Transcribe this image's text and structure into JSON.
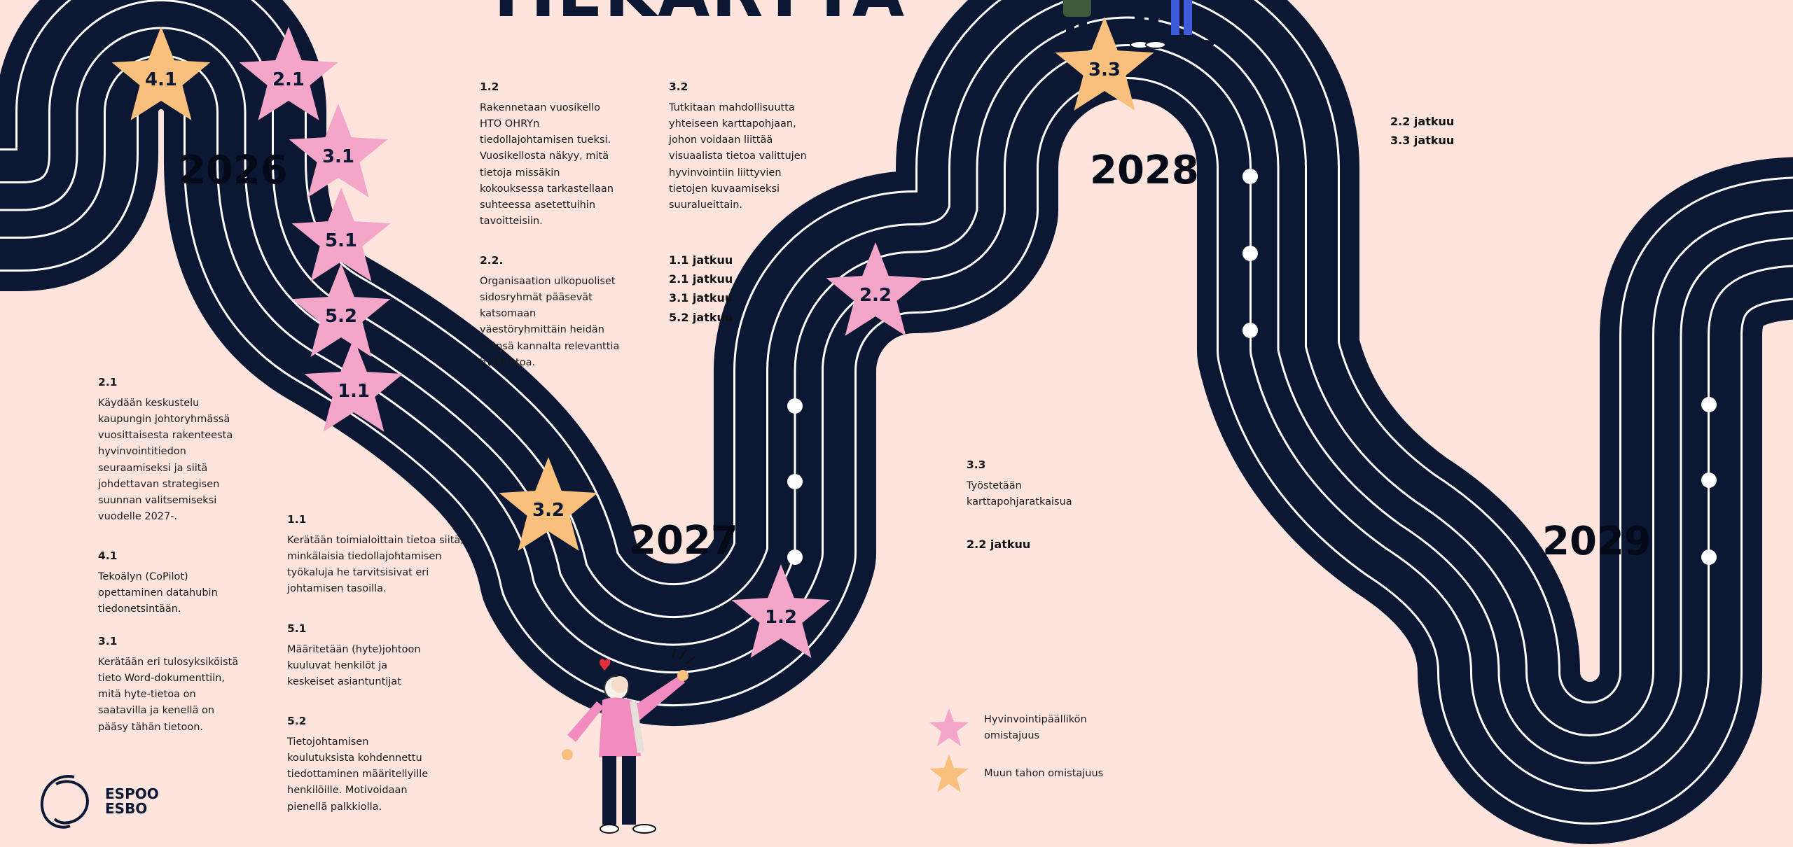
{
  "title": "TIEKARTTA",
  "years": [
    "2026",
    "2027",
    "2028",
    "2029"
  ],
  "stars": [
    {
      "label": "4.1",
      "owner": "other"
    },
    {
      "label": "2.1",
      "owner": "wellbeing"
    },
    {
      "label": "3.1",
      "owner": "wellbeing"
    },
    {
      "label": "5.1",
      "owner": "wellbeing"
    },
    {
      "label": "5.2",
      "owner": "wellbeing"
    },
    {
      "label": "1.1",
      "owner": "wellbeing"
    },
    {
      "label": "3.2",
      "owner": "other"
    },
    {
      "label": "1.2",
      "owner": "wellbeing"
    },
    {
      "label": "2.2",
      "owner": "wellbeing"
    },
    {
      "label": "3.3",
      "owner": "other"
    }
  ],
  "notes_2026_left": [
    {
      "heading": "2.1",
      "body": [
        "Käydään keskustelu",
        "kaupungin johtoryhmässä",
        "vuosittaisesta rakenteesta",
        "hyvinvointitiedon",
        "seuraamiseksi ja siitä",
        "johdettavan strategisen",
        "suunnan valitsemiseksi",
        "vuodelle 2027-."
      ]
    },
    {
      "heading": "4.1",
      "body": [
        "Tekoälyn (CoPilot)",
        "opettaminen datahubin",
        "tiedonetsintään."
      ]
    },
    {
      "heading": "3.1",
      "body": [
        "Kerätään eri tulosyksiköistä",
        "tieto Word-dokumenttiin,",
        "mitä hyte-tietoa on",
        "saatavilla ja kenellä on",
        "pääsy tähän tietoon."
      ]
    }
  ],
  "notes_2026_right": [
    {
      "heading": "1.1",
      "body": [
        "Kerätään toimialoittain tietoa siitä,",
        "minkälaisia tiedollajohtamisen",
        "työkaluja he tarvitsisivat eri",
        "johtamisen tasoilla."
      ]
    },
    {
      "heading": "5.1",
      "body": [
        "Määritetään (hyte)johtoon",
        "kuuluvat henkilöt ja",
        "keskeiset asiantuntijat"
      ]
    },
    {
      "heading": "5.2",
      "body": [
        "Tietojohtamisen",
        "koulutuksista kohdennettu",
        "tiedottaminen määritellyille",
        "henkilöille. Motivoidaan",
        "pienellä palkkiolla."
      ]
    }
  ],
  "notes_2027_a": [
    {
      "heading": "1.2",
      "body": [
        "Rakennetaan vuosikello",
        "HTO OHRYn",
        "tiedollajohtamisen tueksi.",
        "Vuosikellosta näkyy, mitä",
        "tietoja missäkin",
        "kokouksessa tarkastellaan",
        "suhteessa asetettuihin",
        "tavoitteisiin."
      ]
    },
    {
      "heading": "2.2.",
      "body": [
        "Organisaation ulkopuoliset",
        "sidosryhmät pääsevät",
        "katsomaan",
        "väestöryhmittäin heidän",
        "työnsä kannalta relevanttia",
        "hytetietoa."
      ]
    }
  ],
  "notes_2027_b": [
    {
      "heading": "3.2",
      "body": [
        "Tutkitaan mahdollisuutta",
        "yhteiseen karttapohjaan,",
        "johon voidaan liittää",
        "visuaalista tietoa valittujen",
        "hyvinvointiin liittyvien",
        "tietojen kuvaamiseksi",
        "suuralueittain."
      ]
    }
  ],
  "continues_2027": [
    "1.1 jatkuu",
    "2.1 jatkuu",
    "3.1 jatkuu",
    "5.2 jatkuu"
  ],
  "notes_2028": {
    "heading": "3.3",
    "body": [
      "Työstetään",
      "karttapohjaratkaisua"
    ],
    "continues": "2.2 jatkuu"
  },
  "continues_2029": [
    "2.2 jatkuu",
    "3.3 jatkuu"
  ],
  "legend": [
    {
      "label": "Hyvinvointipäällikön omistajuus",
      "color": "#f4a6c8"
    },
    {
      "label": "Muun tahon omistajuus",
      "color": "#f8c07c"
    }
  ],
  "logo": {
    "line1": "ESPOO",
    "line2": "ESBO"
  },
  "colors": {
    "background": "#fde4dc",
    "road": "#0b1733",
    "road_line": "#ffffff",
    "wellbeing_star": "#f4a6c8",
    "other_star": "#f8c07c"
  }
}
